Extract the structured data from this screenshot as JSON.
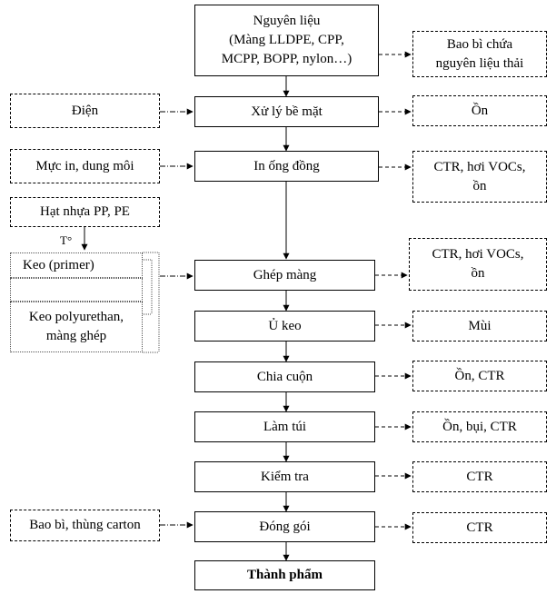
{
  "main": {
    "raw_material": [
      "Nguyên liệu",
      "(Màng LLDPE,  CPP,",
      "MCPP, BOPP, nylon…)"
    ],
    "surface_treatment": "Xử lý bề mặt",
    "printing": "In ống đồng",
    "lamination": "Ghép màng",
    "curing": "Ủ keo",
    "slitting": "Chia cuộn",
    "bag_making": "Làm túi",
    "inspection": "Kiểm tra",
    "packing": "Đóng gói",
    "product": "Thành phẩm"
  },
  "inputs": {
    "electricity": "Điện",
    "ink_solvent": "Mực in, dung môi",
    "pp_pe_resin": "Hạt nhựa PP, PE",
    "temperature": "T°",
    "primer": "Keo (primer)",
    "pu_adhesive": [
      "Keo polyurethan,",
      "màng ghép"
    ],
    "packaging": "Bao bì, thùng carton"
  },
  "outputs": {
    "raw_packaging_waste": [
      "Bao bì chứa",
      "nguyên liệu thải"
    ],
    "noise": "Ồn",
    "print_waste": [
      "CTR, hơi VOCs,",
      "ồn"
    ],
    "lamination_waste": [
      "CTR, hơi VOCs,",
      "ồn"
    ],
    "odor": "Mùi",
    "slitting_waste": "Ồn, CTR",
    "bag_waste": "Ồn, bụi, CTR",
    "inspection_waste": "CTR",
    "packing_waste": "CTR"
  }
}
